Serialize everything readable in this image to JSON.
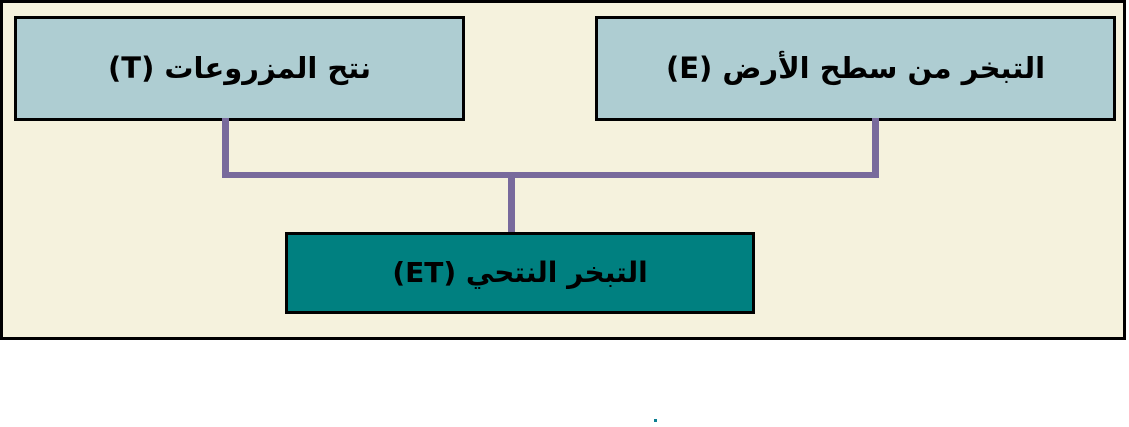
{
  "diagram": {
    "type": "flow-diagram",
    "language": "ar",
    "direction": "rtl",
    "panel": {
      "background_color": "#f5f2dd",
      "border_color": "#000000"
    },
    "nodes": [
      {
        "id": "transpiration",
        "label": "نتح المزروعات  (T)",
        "symbol": "T",
        "role": "input",
        "position": "top-left",
        "fill_color": "#aecdd2",
        "border_color": "#000000",
        "text_color": "#000000"
      },
      {
        "id": "evaporation",
        "label": "التبخر من سطح الأرض (E)",
        "symbol": "E",
        "role": "input",
        "position": "top-right",
        "fill_color": "#aecdd2",
        "border_color": "#000000",
        "text_color": "#000000"
      },
      {
        "id": "evapotranspiration",
        "label": "التبخر النتحي (ET)",
        "symbol": "ET",
        "role": "result",
        "position": "bottom-center",
        "fill_color": "#008080",
        "border_color": "#000000",
        "text_color": "#000000"
      }
    ],
    "connectors": {
      "color": "#786a9c",
      "style": "orthogonal-elbow",
      "edges": [
        {
          "from": "transpiration",
          "to": "evapotranspiration"
        },
        {
          "from": "evaporation",
          "to": "evapotranspiration"
        }
      ]
    },
    "artifact": {
      "name": "stray-dot",
      "color": "#0b7f92"
    }
  }
}
